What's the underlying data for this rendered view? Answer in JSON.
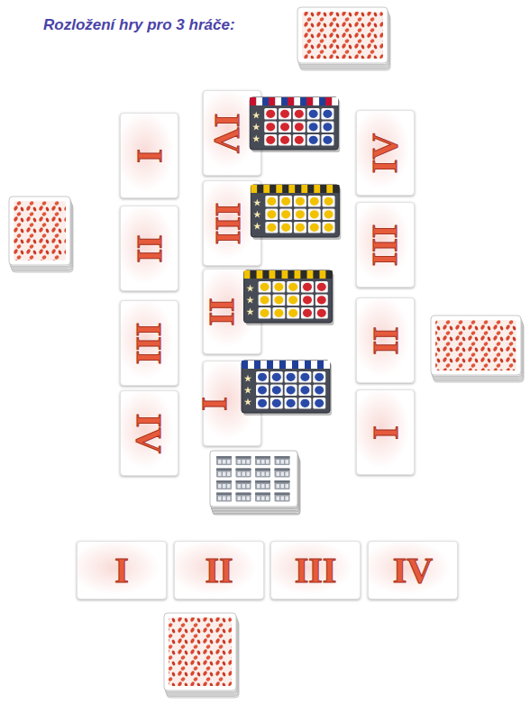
{
  "diagram": {
    "title": "Rozložení hry pro 3 hráče:",
    "nodes": [
      {
        "text": [
          "I"
        ]
      },
      {
        "text": [
          "II"
        ]
      },
      {
        "text": [
          "III"
        ]
      },
      {
        "text": [
          "IV"
        ]
      },
      {
        "text": [
          "IV"
        ]
      },
      {
        "text": [
          "III"
        ]
      },
      {
        "text": [
          "II"
        ]
      },
      {
        "text": [
          "I"
        ]
      },
      {
        "text": [
          "IV"
        ]
      },
      {
        "text": [
          "III"
        ]
      },
      {
        "text": [
          "II"
        ]
      },
      {
        "text": [
          "I"
        ]
      },
      {
        "text": [
          "I"
        ]
      },
      {
        "text": [
          "II"
        ]
      },
      {
        "text": [
          "III"
        ]
      },
      {
        "text": [
          "IV"
        ]
      }
    ]
  }
}
